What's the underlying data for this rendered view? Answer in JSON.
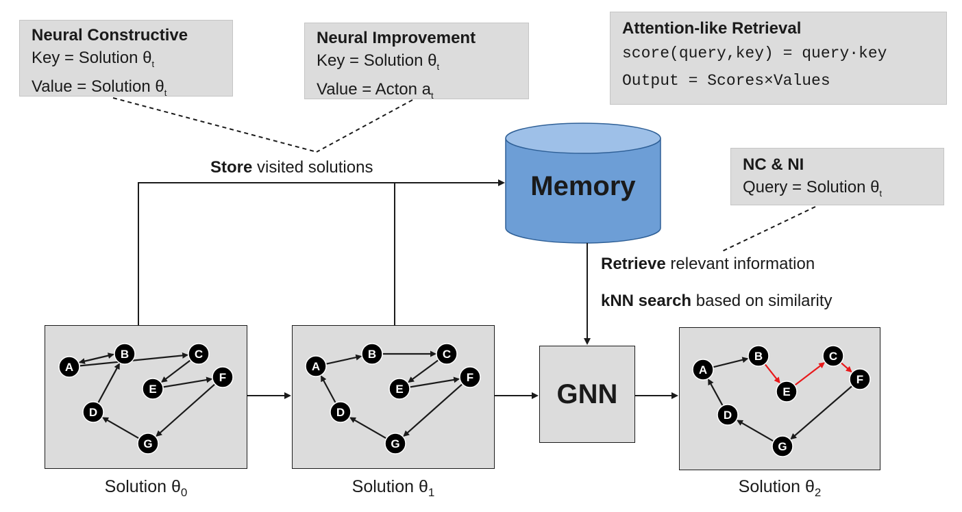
{
  "boxes": {
    "constructive": {
      "title": "Neural Constructive",
      "line1": "Key = Solution θ",
      "line1_sub": "t",
      "line2": "Value = Solution θ",
      "line2_sub": "t"
    },
    "improvement": {
      "title": "Neural Improvement",
      "line1": "Key = Solution θ",
      "line1_sub": "t",
      "line2": "Value = Acton a",
      "line2_sub": "t"
    },
    "attention": {
      "title": "Attention-like Retrieval",
      "line1": "score(query,key) = query·key",
      "line2": "Output = Scores×Values"
    },
    "ncni": {
      "title": "NC & NI",
      "line1": "Query = Solution θ",
      "line1_sub": "t"
    }
  },
  "memory": {
    "label": "Memory"
  },
  "gnn": {
    "label": "GNN"
  },
  "store": {
    "bold": "Store",
    "rest": " visited solutions"
  },
  "retrieve": {
    "bold": "Retrieve",
    "rest": " relevant information"
  },
  "knn": {
    "bold": "kNN search",
    "rest": " based on similarity"
  },
  "captions": {
    "s0": {
      "text": "Solution θ",
      "sub": "0"
    },
    "s1": {
      "text": "Solution θ",
      "sub": "1"
    },
    "s2": {
      "text": "Solution θ",
      "sub": "2"
    }
  },
  "nodes": [
    "A",
    "B",
    "C",
    "D",
    "E",
    "F",
    "G"
  ],
  "colors": {
    "panel": "#dcdcdc",
    "memory": "#6d9ed6",
    "highlight_edge": "#e8191b"
  }
}
